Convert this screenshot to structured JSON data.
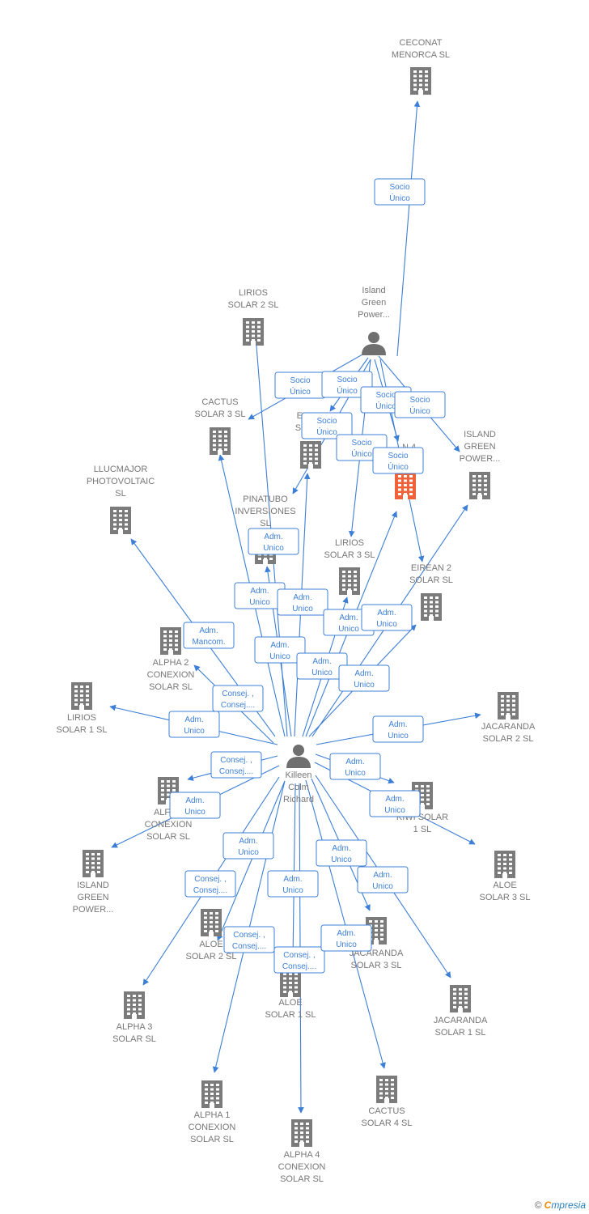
{
  "colors": {
    "edge": "#3d7fd6",
    "building": "#7b7b7b",
    "highlight": "#f0623a",
    "person": "#6f6f6f",
    "label": "#777777"
  },
  "nodes": [
    {
      "id": "ceconat",
      "type": "company",
      "lines": [
        "CECONAT",
        "MENORCA SL"
      ]
    },
    {
      "id": "island_person",
      "type": "person",
      "lines": [
        "Island",
        "Green",
        "Power..."
      ]
    },
    {
      "id": "lirios2",
      "type": "company",
      "lines": [
        "LIRIOS",
        "SOLAR 2  SL"
      ]
    },
    {
      "id": "cactus3",
      "type": "company",
      "lines": [
        "CACTUS",
        "SOLAR 3  SL"
      ]
    },
    {
      "id": "eirean_top",
      "type": "company",
      "lines": [
        "EIRE...",
        "SOLA..."
      ]
    },
    {
      "id": "eirean4",
      "type": "company",
      "highlight": true,
      "lines": [
        "...N 4",
        "SL"
      ]
    },
    {
      "id": "island_co_r",
      "type": "company",
      "lines": [
        "ISLAND",
        "GREEN",
        "POWER..."
      ]
    },
    {
      "id": "llucmajor",
      "type": "company",
      "lines": [
        "LLUCMAJOR",
        "PHOTOVOLTAIC",
        "SL"
      ]
    },
    {
      "id": "pinatubo",
      "type": "company",
      "lines": [
        "PINATUBO",
        "INVERSIONES",
        "SL"
      ]
    },
    {
      "id": "lirios3",
      "type": "company",
      "lines": [
        "LIRIOS",
        "SOLAR 3  SL"
      ]
    },
    {
      "id": "eirean2",
      "type": "company",
      "lines": [
        "EIREAN 2",
        "SOLAR  SL"
      ]
    },
    {
      "id": "alpha2",
      "type": "company",
      "lines": [
        "ALPHA 2",
        "CONEXION",
        "SOLAR  SL"
      ]
    },
    {
      "id": "lirios1",
      "type": "company",
      "lines": [
        "LIRIOS",
        "SOLAR 1  SL"
      ]
    },
    {
      "id": "jacaranda2",
      "type": "company",
      "lines": [
        "JACARANDA",
        "SOLAR 2  SL"
      ]
    },
    {
      "id": "killeen",
      "type": "person",
      "lines": [
        "Killeen",
        "Colm",
        "Richard"
      ]
    },
    {
      "id": "alfa_conexion",
      "type": "company",
      "lines": [
        "ALFA...",
        "CONEXION",
        "SOLAR  SL"
      ]
    },
    {
      "id": "kiwi",
      "type": "company",
      "lines": [
        "KIWI SOLAR",
        "1  SL"
      ]
    },
    {
      "id": "island_co_l",
      "type": "company",
      "lines": [
        "ISLAND",
        "GREEN",
        "POWER..."
      ]
    },
    {
      "id": "aloe3",
      "type": "company",
      "lines": [
        "ALOE",
        "SOLAR 3  SL"
      ]
    },
    {
      "id": "aloe2",
      "type": "company",
      "lines": [
        "ALOE",
        "SOLAR 2  SL"
      ]
    },
    {
      "id": "jacaranda3",
      "type": "company",
      "lines": [
        "JACARANDA",
        "SOLAR 3  SL"
      ]
    },
    {
      "id": "alpha3",
      "type": "company",
      "lines": [
        "ALPHA 3",
        "SOLAR  SL"
      ]
    },
    {
      "id": "aloe1",
      "type": "company",
      "lines": [
        "ALOE",
        "SOLAR 1  SL"
      ]
    },
    {
      "id": "jacaranda1",
      "type": "company",
      "lines": [
        "JACARANDA",
        "SOLAR 1  SL"
      ]
    },
    {
      "id": "alpha1",
      "type": "company",
      "lines": [
        "ALPHA 1",
        "CONEXION",
        "SOLAR  SL"
      ]
    },
    {
      "id": "cactus4",
      "type": "company",
      "lines": [
        "CACTUS",
        "SOLAR 4  SL"
      ]
    },
    {
      "id": "alpha4",
      "type": "company",
      "lines": [
        "ALPHA 4",
        "CONEXION",
        "SOLAR  SL"
      ]
    }
  ],
  "edges": [
    {
      "from": "island_person",
      "to": "ceconat",
      "lines": [
        "Socio",
        "Único"
      ]
    },
    {
      "from": "island_person",
      "to": "cactus3",
      "lines": [
        "Socio",
        "Único"
      ]
    },
    {
      "from": "island_person",
      "to": "eirean_top",
      "lines": [
        "Socio",
        "Único"
      ]
    },
    {
      "from": "island_person",
      "to": "pinatubo",
      "lines": [
        "Socio",
        "Único"
      ]
    },
    {
      "from": "island_person",
      "to": "lirios3",
      "lines": [
        "Socio",
        "Único"
      ]
    },
    {
      "from": "island_person",
      "to": "eirean4",
      "lines": [
        "Socio",
        "Único"
      ]
    },
    {
      "from": "island_person",
      "to": "island_co_r",
      "lines": [
        "Socio",
        "Único"
      ]
    },
    {
      "from": "island_person",
      "to": "eirean2",
      "lines": [
        "Socio",
        "Único"
      ]
    },
    {
      "from": "killeen",
      "to": "lirios2",
      "lines": [
        "Adm.",
        "Unico"
      ]
    },
    {
      "from": "killeen",
      "to": "pinatubo",
      "lines": [
        "Adm.",
        "Unico"
      ]
    },
    {
      "from": "killeen",
      "to": "eirean_top",
      "lines": [
        "Adm.",
        "Unico"
      ]
    },
    {
      "from": "killeen",
      "to": "cactus3",
      "lines": [
        "Adm.",
        "Unico"
      ]
    },
    {
      "from": "killeen",
      "to": "lirios3",
      "lines": [
        "Adm.",
        "Unico"
      ]
    },
    {
      "from": "killeen",
      "to": "eirean4",
      "lines": [
        "Adm.",
        "Unico"
      ]
    },
    {
      "from": "killeen",
      "to": "eirean2",
      "lines": [
        "Adm.",
        "Unico"
      ]
    },
    {
      "from": "killeen",
      "to": "island_co_r",
      "lines": [
        "Adm.",
        "Unico"
      ]
    },
    {
      "from": "killeen",
      "to": "llucmajor",
      "lines": [
        "Adm.",
        "Mancom."
      ]
    },
    {
      "from": "killeen",
      "to": "alpha2",
      "lines": [
        "Consej. ,",
        "Consej...."
      ]
    },
    {
      "from": "killeen",
      "to": "lirios1",
      "lines": [
        "Adm.",
        "Unico"
      ]
    },
    {
      "from": "killeen",
      "to": "jacaranda2",
      "lines": [
        "Adm.",
        "Unico"
      ]
    },
    {
      "from": "killeen",
      "to": "alfa_conexion",
      "lines": [
        "Consej. ,",
        "Consej...."
      ]
    },
    {
      "from": "killeen",
      "to": "kiwi",
      "lines": [
        "Adm.",
        "Unico"
      ]
    },
    {
      "from": "killeen",
      "to": "island_co_l",
      "lines": [
        "Adm.",
        "Unico"
      ]
    },
    {
      "from": "killeen",
      "to": "aloe3",
      "lines": [
        "Adm.",
        "Unico"
      ]
    },
    {
      "from": "killeen",
      "to": "alpha3",
      "lines": [
        "Consej. ,",
        "Consej...."
      ]
    },
    {
      "from": "killeen",
      "to": "alpha1",
      "lines": [
        "Adm.",
        "Unico"
      ]
    },
    {
      "from": "killeen",
      "to": "aloe2",
      "lines": [
        "Consej. ,",
        "Consej...."
      ]
    },
    {
      "from": "killeen",
      "to": "aloe1",
      "lines": [
        "Adm.",
        "Unico"
      ]
    },
    {
      "from": "killeen",
      "to": "alpha4",
      "lines": [
        "Consej. ,",
        "Consej...."
      ]
    },
    {
      "from": "killeen",
      "to": "jacaranda3",
      "lines": [
        "Adm.",
        "Unico"
      ]
    },
    {
      "from": "killeen",
      "to": "jacaranda1",
      "lines": [
        "Adm.",
        "Unico"
      ]
    },
    {
      "from": "killeen",
      "to": "cactus4",
      "lines": [
        "Adm.",
        "Unico"
      ]
    }
  ],
  "footer": {
    "copyright": "©",
    "brand_first": "C",
    "brand_rest": "mpresia"
  }
}
